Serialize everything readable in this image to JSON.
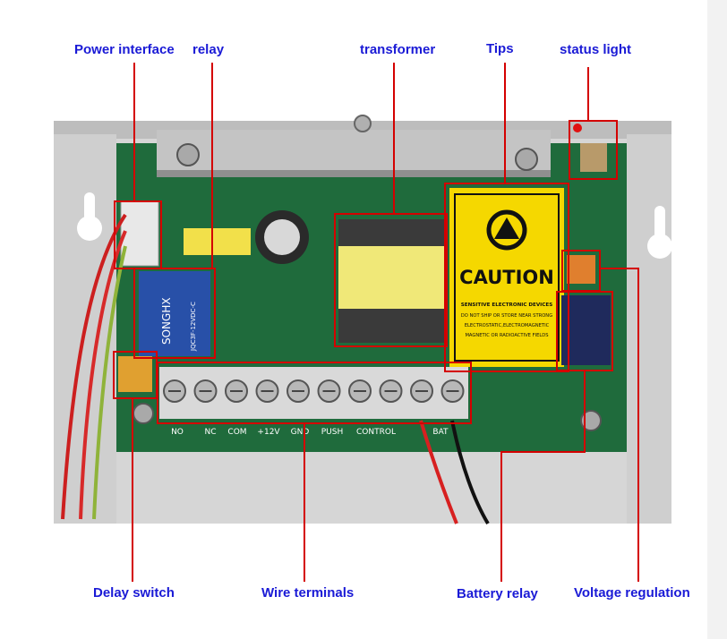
{
  "labels": {
    "power_interface": "Power interface",
    "relay": "relay",
    "transformer": "transformer",
    "tips": "Tips",
    "status_light": "status light",
    "delay_switch": "Delay switch",
    "wire_terminals": "Wire terminals",
    "battery_relay": "Battery relay",
    "voltage_regulation": "Voltage regulation"
  },
  "caution_sticker": {
    "heading": "CAUTION",
    "line1": "SENSITIVE ELECTRONIC DEVICES",
    "line2": "DO NOT SHIP OR STORE NEAR STRONG",
    "line3": "ELECTROSTATIC,ELECTROMAGNETIC",
    "line4": "MAGNETIC OR RADIOACTIVE FIELDS"
  },
  "relay_component": {
    "brand": "SONGHX",
    "spec": "JQC3F-12VDC-C"
  },
  "terminal_labels": [
    "NO",
    "NC",
    "COM",
    "+12V",
    "GND",
    "PUSH",
    "CONTROL",
    "BAT"
  ],
  "colors": {
    "label_text": "#1a1ad6",
    "callout": "#d40000",
    "pcb": "#1f6b3c",
    "sticker": "#f5d800",
    "enclosure": "#d9d9d9"
  }
}
